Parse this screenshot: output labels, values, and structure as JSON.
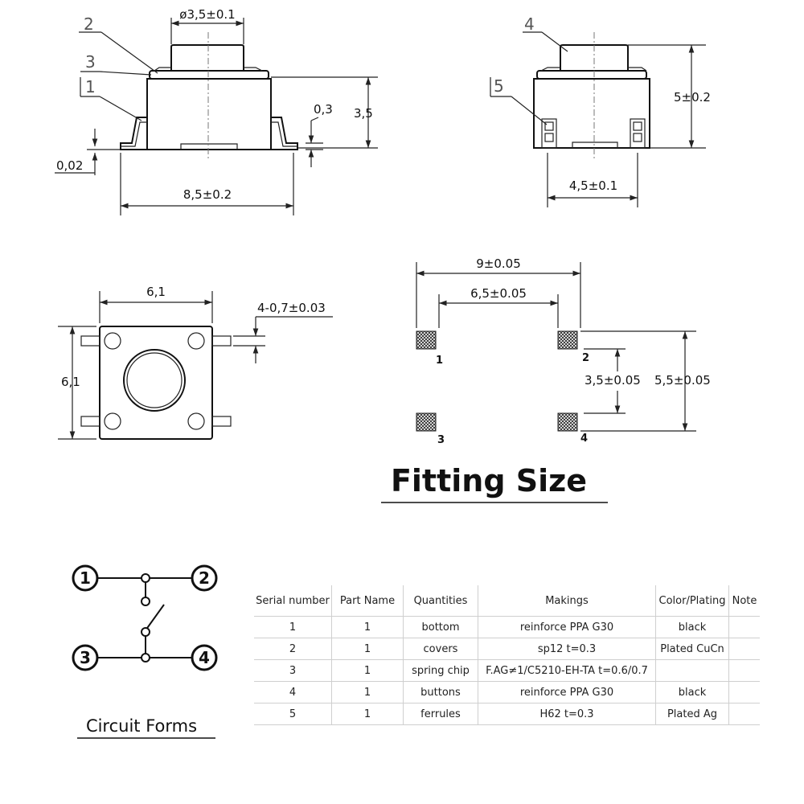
{
  "top_left_view": {
    "dims": {
      "diameter": "ø3,5±0.1",
      "height": "3,5",
      "thickness": "0,3",
      "gap": "0,02",
      "width": "8,5±0.2"
    },
    "callouts": [
      "2",
      "3",
      "1"
    ]
  },
  "top_right_view": {
    "dims": {
      "height": "5±0.2",
      "pitch": "4,5±0.1"
    },
    "callouts": [
      "4",
      "5"
    ]
  },
  "top_view": {
    "dims": {
      "width": "6,1",
      "height": "6,1",
      "pin": "4-0,7±0.03"
    }
  },
  "fitting": {
    "title": "Fitting Size",
    "dims": {
      "outer": "9±0.05",
      "inner": "6,5±0.05",
      "v_small": "3,5±0.05",
      "v_large": "5,5±0.05"
    },
    "pads": [
      "1",
      "2",
      "3",
      "4"
    ]
  },
  "circuit": {
    "title": "Circuit Forms",
    "nodes": [
      "1",
      "2",
      "3",
      "4"
    ]
  },
  "parts_table": {
    "headers": [
      "Serial number",
      "Part Name",
      "Quantities",
      "Makings",
      "Color/Plating",
      "Note"
    ],
    "rows": [
      [
        "1",
        "1",
        "bottom",
        "reinforce PPA    G30",
        "black",
        ""
      ],
      [
        "2",
        "1",
        "covers",
        "sp12    t=0.3",
        "Plated CuCn",
        ""
      ],
      [
        "3",
        "1",
        "spring chip",
        "F.AG≠1/C5210-EH-TA  t=0.6/0.7",
        "",
        ""
      ],
      [
        "4",
        "1",
        "buttons",
        "reinforce PPA    G30",
        "black",
        ""
      ],
      [
        "5",
        "1",
        "ferrules",
        "H62    t=0.3",
        "Plated Ag",
        ""
      ]
    ]
  },
  "colors": {
    "line": "#222222",
    "background": "#ffffff"
  },
  "icons": {
    "pad": "crosshatch-pattern",
    "node": "circled-number"
  }
}
